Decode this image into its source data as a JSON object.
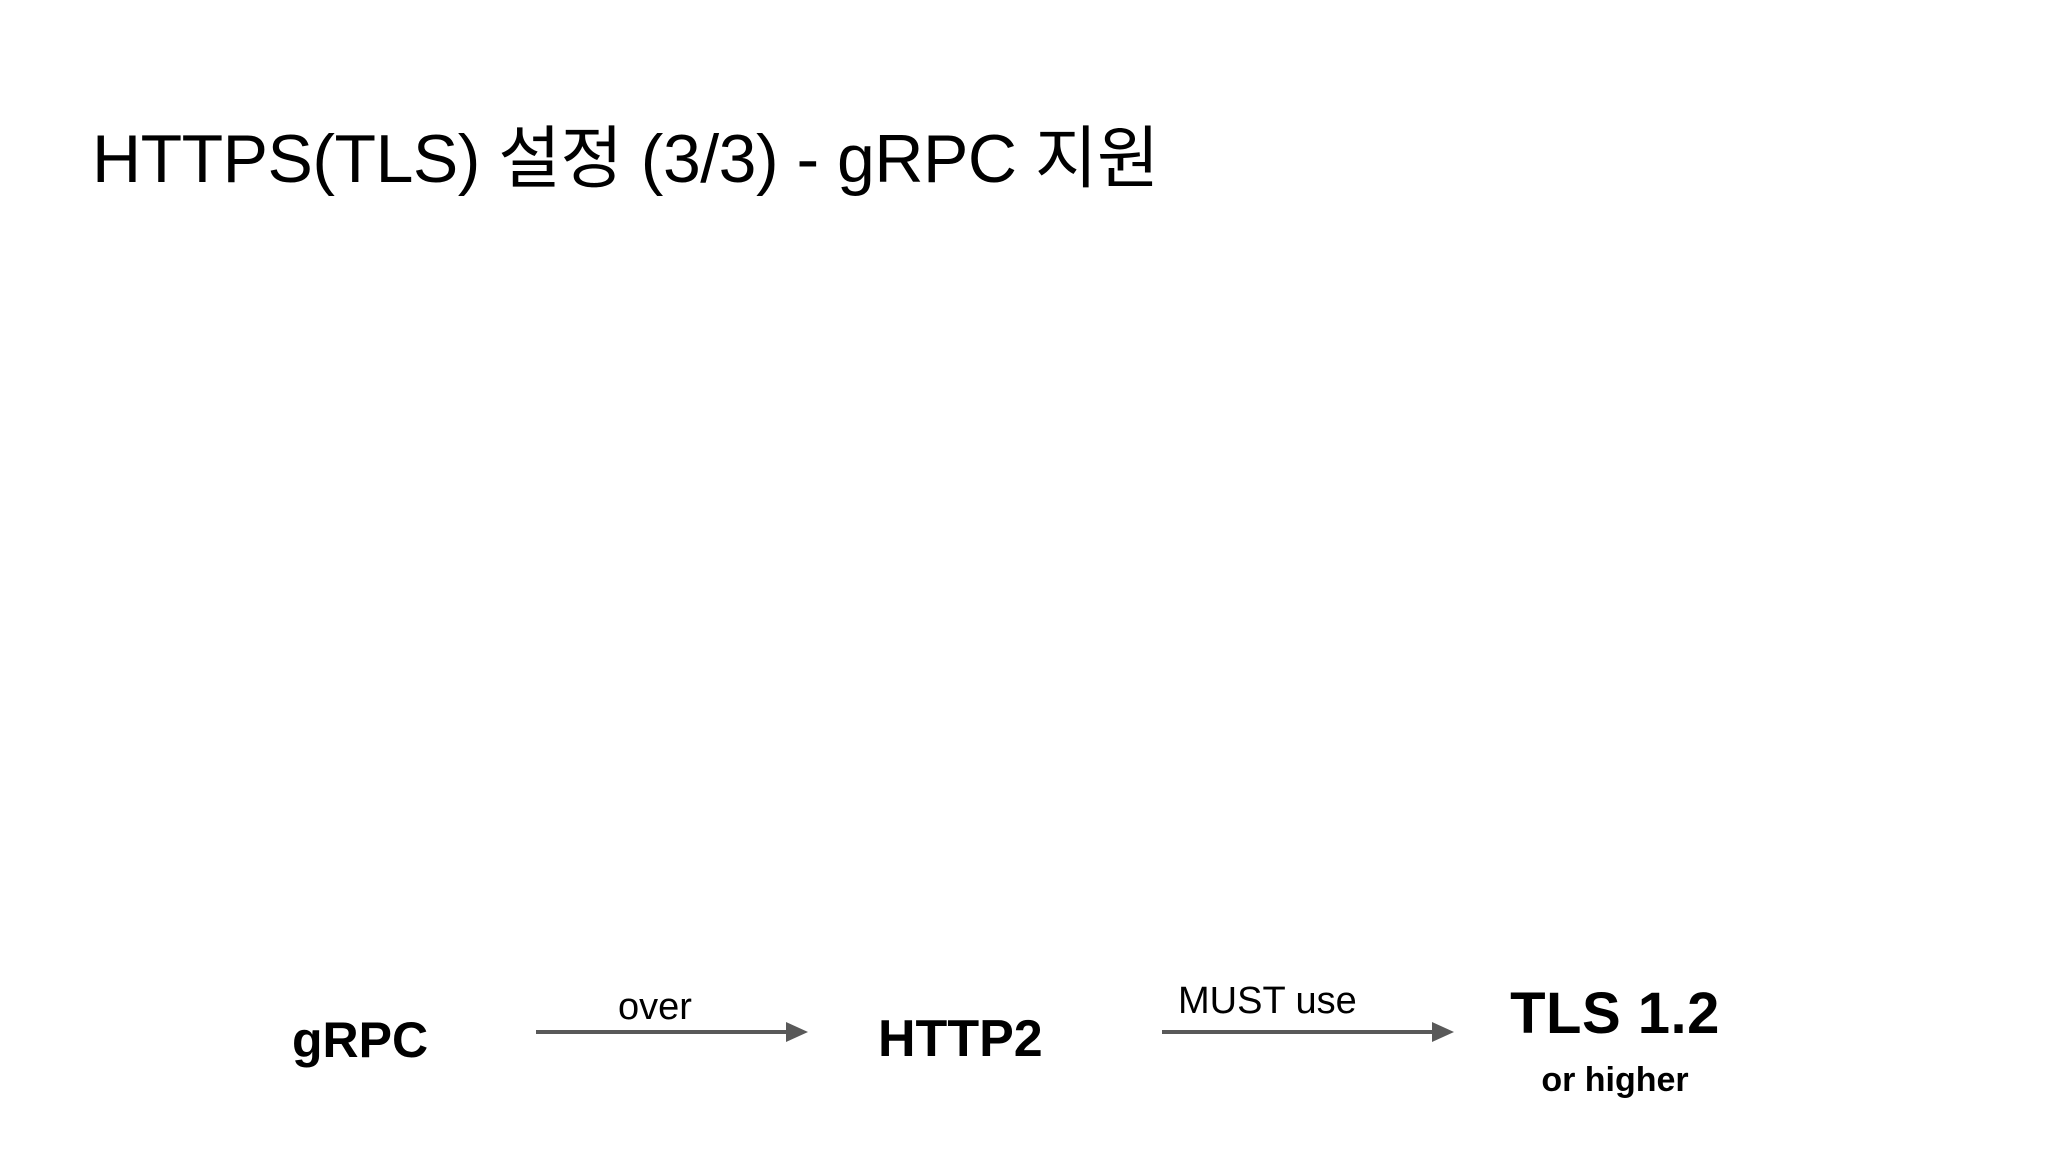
{
  "slide": {
    "title": "HTTPS(TLS) 설정 (3/3) - gRPC 지원",
    "background_color": "#ffffff",
    "text_color": "#000000"
  },
  "diagram": {
    "type": "flow",
    "arrow_color": "#595959",
    "nodes": [
      {
        "id": "grpc",
        "label": "gRPC",
        "sublabel": ""
      },
      {
        "id": "http2",
        "label": "HTTP2",
        "sublabel": ""
      },
      {
        "id": "tls",
        "label": "TLS 1.2",
        "sublabel": "or higher"
      }
    ],
    "arrows": [
      {
        "id": "arrow-1",
        "from": "grpc",
        "to": "http2",
        "label": "over"
      },
      {
        "id": "arrow-2",
        "from": "http2",
        "to": "tls",
        "label": "MUST use"
      }
    ]
  }
}
